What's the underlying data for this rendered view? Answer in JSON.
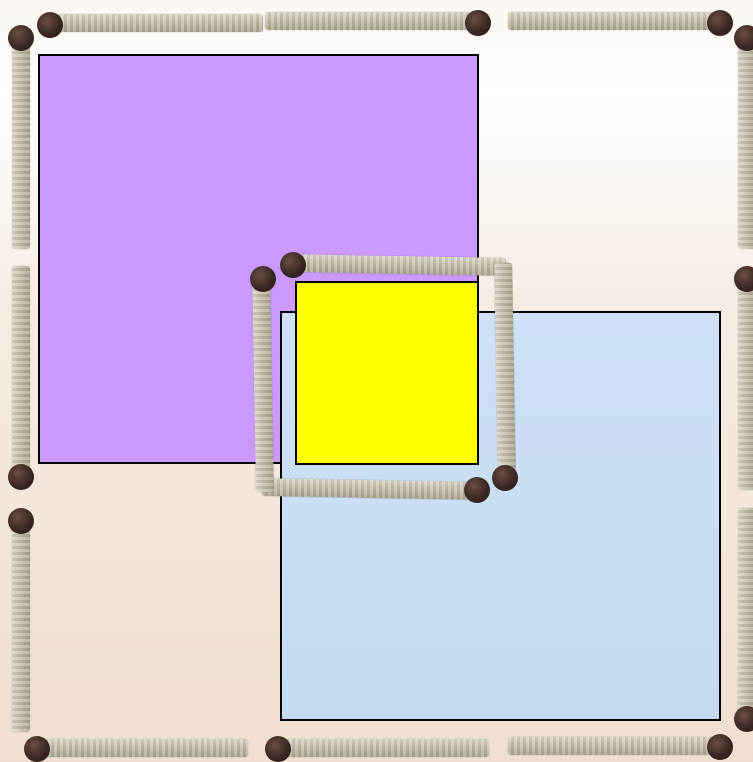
{
  "colors": {
    "purple_square": "#cc99ff",
    "blue_square": "#c6dbf0",
    "yellow_square": "#ffff00",
    "outline": "#000000",
    "match_head": "#3b2824",
    "match_stick": "#c3bda9"
  },
  "puzzle": {
    "pieces": [
      "purple-square",
      "blue-square",
      "yellow-square"
    ],
    "matchsticks_count": 16
  }
}
